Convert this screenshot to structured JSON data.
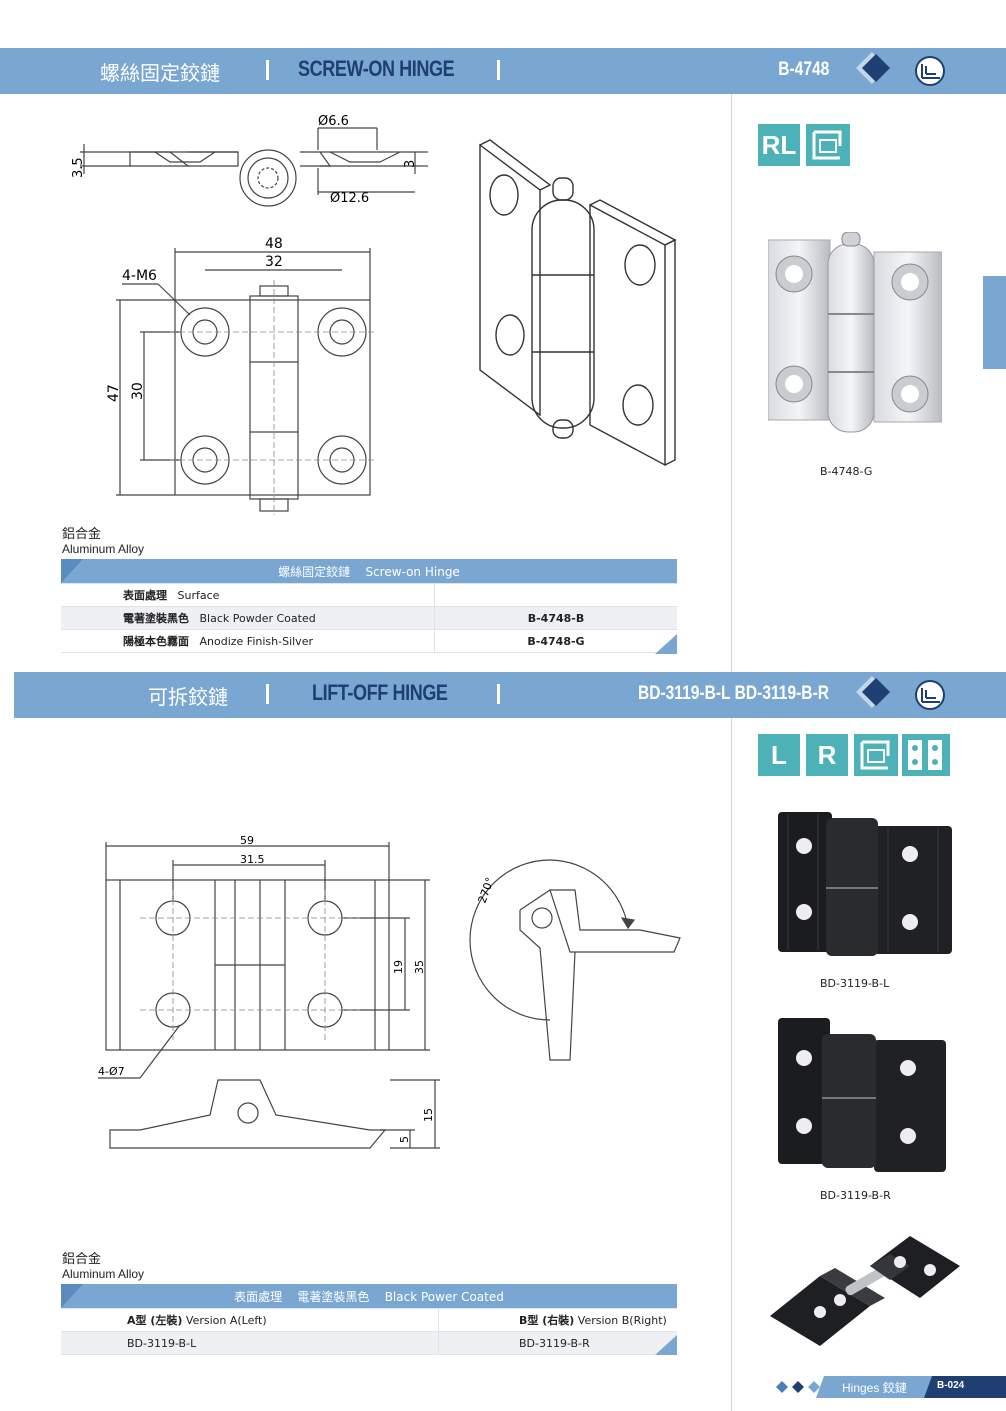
{
  "section1": {
    "title_cn": "螺絲固定鉸鏈",
    "title_en": "SCREW-ON HINGE",
    "code": "B-4748",
    "dims": {
      "d1": "Ø6.6",
      "d2": "Ø12.6",
      "h1": "3.5",
      "h2": "3",
      "w48": "48",
      "w32": "32",
      "m6": "4-M6",
      "h47": "47",
      "h30": "30"
    },
    "material_cn": "鋁合金",
    "material_en": "Aluminum Alloy",
    "table_title_cn": "螺絲固定鉸鏈",
    "table_title_en": "Screw-on Hinge",
    "rows": [
      {
        "cn": "表面處理",
        "en": "Surface",
        "code": ""
      },
      {
        "cn": "電著塗裝黑色",
        "en": "Black Powder Coated",
        "code": "B-4748-B"
      },
      {
        "cn": "陽極本色霧面",
        "en": "Anodize Finish-Silver",
        "code": "B-4748-G"
      }
    ],
    "tag_rl": "RL",
    "photo_caption": "B-4748-G"
  },
  "section2": {
    "title_cn": "可拆鉸鏈",
    "title_en": "LIFT-OFF HINGE",
    "code": "BD-3119-B-L  BD-3119-B-R",
    "dims": {
      "w59": "59",
      "w315": "31.5",
      "h19": "19",
      "h35": "35",
      "hole": "4-Ø7",
      "h15": "15",
      "h5": "5",
      "angle": "270°"
    },
    "material_cn": "鋁合金",
    "material_en": "Aluminum Alloy",
    "table_title_cn1": "表面處理",
    "table_title_cn2": "電著塗裝黑色",
    "table_title_en": "Black Power Coated",
    "col_a_cn": "A型 (左裝)",
    "col_a_en": "Version A(Left)",
    "col_b_cn": "B型 (右裝)",
    "col_b_en": "Version B(Right)",
    "code_a": "BD-3119-B-L",
    "code_b": "BD-3119-B-R",
    "tag_l": "L",
    "tag_r": "R",
    "caption_l": "BD-3119-B-L",
    "caption_r": "BD-3119-B-R"
  },
  "footer": {
    "label_en": "Hinges",
    "label_cn": "鉸鏈",
    "page": "B-024"
  },
  "colors": {
    "band": "#7aa7d2",
    "title_en": "#1f3f73",
    "diamond_dark": "#1f3f73",
    "tag": "#4db2b7"
  }
}
